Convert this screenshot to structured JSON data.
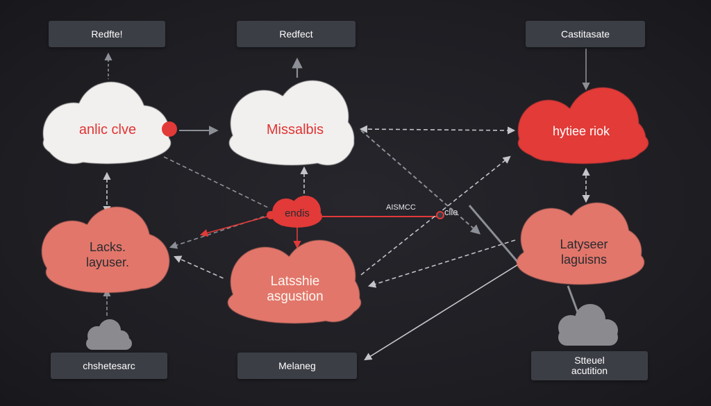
{
  "boxes": {
    "top_left": "Redfte!",
    "top_center": "Redfect",
    "top_right": "Castitasate",
    "bottom_left": "chshetesarc",
    "bottom_center": "Melaneg",
    "bottom_right_line1": "Stteuel",
    "bottom_right_line2": "acutition"
  },
  "clouds": {
    "top_left": "anlic clve",
    "top_center": "Missalbis",
    "top_right": "hytiee riok",
    "mid_left_line1": "Lacks.",
    "mid_left_line2": "layuser.",
    "center_line1": "Latsshie",
    "center_line2": "asgustion",
    "mid_right_line1": "Latyseer",
    "mid_right_line2": "laguisns"
  },
  "hub": {
    "label": "endis",
    "connector_label": "AISMCC",
    "endpoint_label": "clie"
  },
  "colors": {
    "background": "#1f1f24",
    "box": "#3c3e46",
    "cloud_white": "#f2f0ee",
    "cloud_red": "#e23a38",
    "cloud_salmon": "#e2766a",
    "cloud_gray": "#8a8a8f",
    "arrow_gray": "#8d8f96",
    "arrow_red": "#e23a38"
  }
}
